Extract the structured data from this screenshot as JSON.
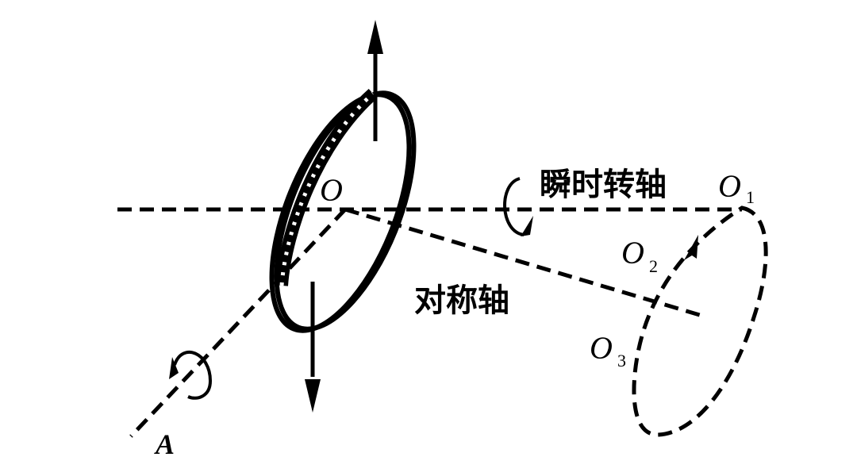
{
  "diagram": {
    "type": "physics-rotation-diagram",
    "labels": {
      "center": "O",
      "instant_axis": "瞬时转轴",
      "symmetry_axis": "对称轴",
      "o1": "O",
      "o1_sub": "1",
      "o2": "O",
      "o2_sub": "2",
      "o3": "O",
      "o3_sub": "3",
      "a": "A"
    },
    "colors": {
      "ink": "#000000",
      "background": "#ffffff"
    },
    "elements": [
      "tilted disk (ring) centered at O",
      "upward force arrow at top of ring",
      "downward force arrow at bottom of ring",
      "horizontal dashed instantaneous rotation axis from O to O1",
      "dashed symmetry axis from O toward O2",
      "dashed axis from O toward A",
      "dashed precession cone ellipse through O1, O2, O3",
      "curved rotation arrows around instantaneous axis and axis A"
    ]
  }
}
